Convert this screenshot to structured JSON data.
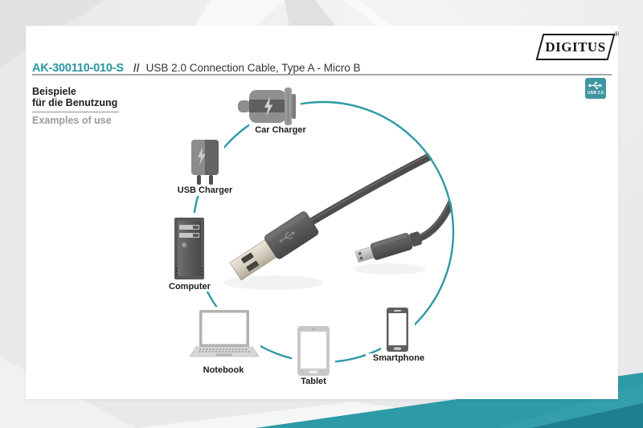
{
  "page": {
    "logo": "DIGITUS",
    "logo_registered": "®",
    "product_code": "AK-300110-010-S",
    "separator": "//",
    "product_title": "USB 2.0 Connection Cable, Type A - Micro B",
    "heading_line1": "Beispiele",
    "heading_line2": "für die Benutzung",
    "subheading": "Examples of use",
    "badge": {
      "label": "USB 2.0"
    }
  },
  "diagram": {
    "center_object": "USB 2.0 cable with Type A and Micro B connectors inside a teal circle",
    "devices": [
      {
        "id": "car-charger",
        "label": "Car Charger"
      },
      {
        "id": "usb-charger",
        "label": "USB Charger"
      },
      {
        "id": "computer",
        "label": "Computer"
      },
      {
        "id": "notebook",
        "label": "Notebook"
      },
      {
        "id": "tablet",
        "label": "Tablet"
      },
      {
        "id": "smartphone",
        "label": "Smartphone"
      }
    ]
  },
  "colors": {
    "accent_teal": "#2d9aa6",
    "teal_dark": "#1f7f8e",
    "teal_badge": "#3e96a1",
    "text_dark": "#1d1d1b",
    "text_gray": "#9b9b9b",
    "cable_gray": "#4d4d4d"
  }
}
